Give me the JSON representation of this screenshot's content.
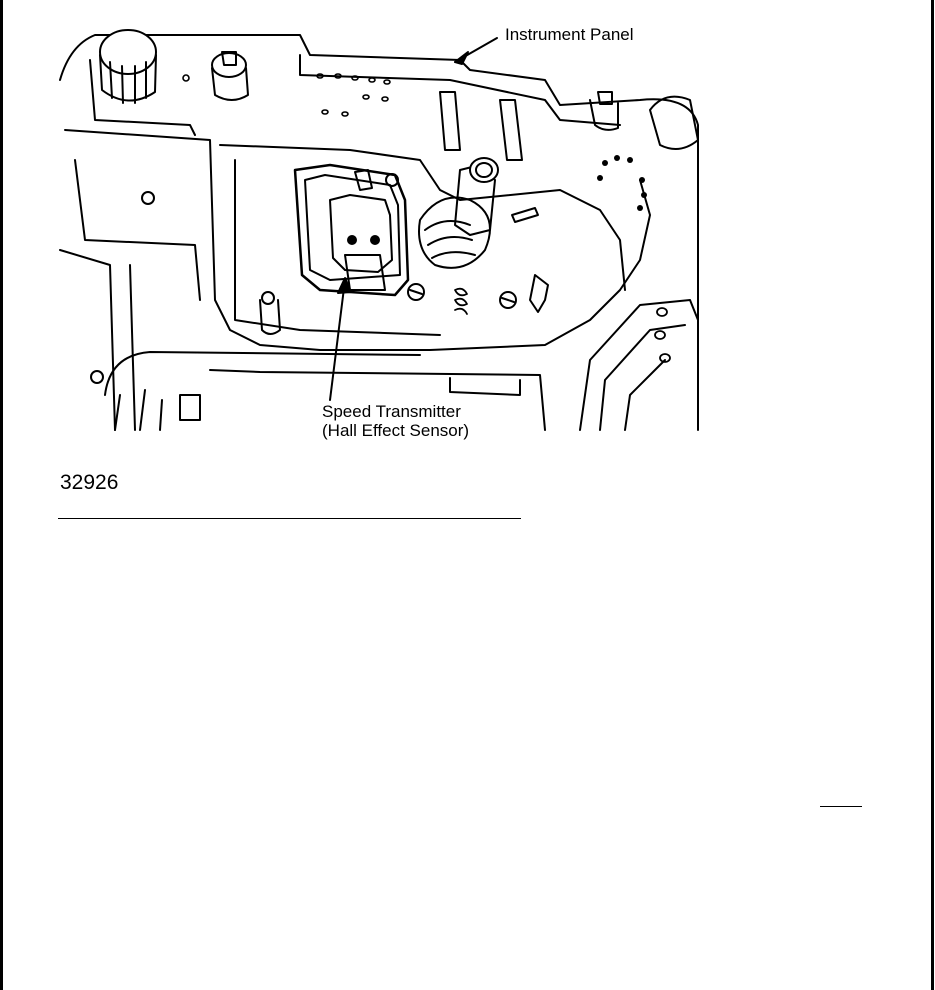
{
  "figure": {
    "number": "32926",
    "callouts": {
      "instrument_panel": "Instrument Panel",
      "speed_transmitter_line1": "Speed Transmitter",
      "speed_transmitter_line2": "(Hall Effect Sensor)"
    }
  }
}
